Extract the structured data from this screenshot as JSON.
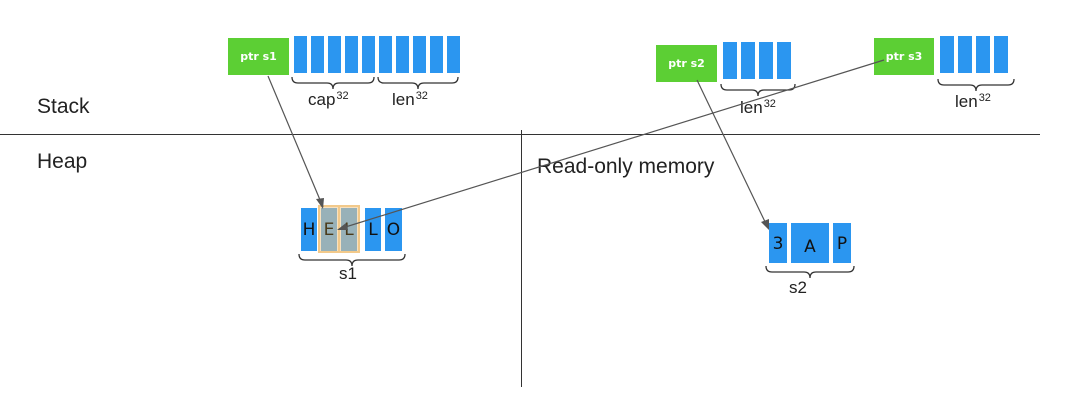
{
  "regions": {
    "stack": "Stack",
    "heap": "Heap",
    "readonly": "Read-only memory"
  },
  "stack_items": {
    "s1": {
      "ptr_label": "ptr s1",
      "cap_label": "cap",
      "cap_sup": "32",
      "len_label": "len",
      "len_sup": "32"
    },
    "s2": {
      "ptr_label": "ptr s2",
      "len_label": "len",
      "len_sup": "32"
    },
    "s3": {
      "ptr_label": "ptr s3",
      "len_label": "len",
      "len_sup": "32"
    }
  },
  "heap_string": {
    "chars": [
      "H",
      "E",
      "L",
      "L",
      "O"
    ],
    "label": "s1"
  },
  "readonly_string": {
    "chars": [
      "3",
      "A",
      "P"
    ],
    "label": "s2"
  },
  "colors": {
    "pointer_box": "#5ccf34",
    "memory_cell": "#2b96f0",
    "slice_highlight": "#f2c98a",
    "line": "#555555"
  }
}
